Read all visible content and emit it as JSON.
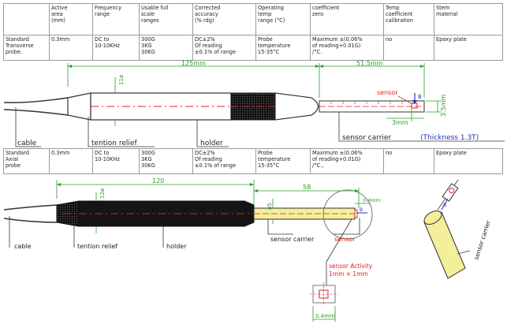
{
  "top_table": {
    "header": [
      [
        ""
      ],
      [
        "Active",
        "area",
        "(mm)"
      ],
      [
        "Frequency",
        "range"
      ],
      [
        "Usable full",
        "scale",
        "ranges"
      ],
      [
        "Corrected",
        "accuracy",
        "(% rdg)"
      ],
      [
        "Operating",
        "temp",
        "range (°C)"
      ],
      [
        "coefficient",
        "zero"
      ],
      [
        "Temp",
        "coefficient",
        "calibration"
      ],
      [
        "Stem",
        "material"
      ]
    ],
    "row": [
      [
        "Standard",
        "Transverse",
        "probe."
      ],
      [
        "0.3mm"
      ],
      [
        "DC to",
        "10-10KHz"
      ],
      [
        "300G",
        "3KG",
        "30KG"
      ],
      [
        "DC±2%",
        "Of reading",
        "±0.1% of range"
      ],
      [
        "Probe",
        "temperature",
        "15-35°C"
      ],
      [
        "Maximum ±(0.06%",
        "of reading+0.01G)",
        "/°C."
      ],
      [
        "no"
      ],
      [
        "Epoxy plate"
      ]
    ]
  },
  "mid_table": {
    "row": [
      [
        "Standard",
        "Axial",
        "probe"
      ],
      [
        "0.3mm"
      ],
      [
        "DC to",
        "10-10KHz"
      ],
      [
        "300G",
        "3KG",
        "30KG"
      ],
      [
        "DC±2%",
        "Of reading",
        "±0.1% of range"
      ],
      [
        "Probe",
        "temperature",
        "15-35°C"
      ],
      [
        "Maximum ±(0.06%",
        "of reading+0.01G)",
        "/°C.,"
      ],
      [
        "no"
      ],
      [
        "Epoxy plate"
      ]
    ]
  },
  "transverse": {
    "dim_total": "125mm",
    "dim_tip": "51.5mm",
    "dim_dia": "11ø",
    "dim_height": "3.5mm",
    "dim_offset": "3mm",
    "sensor_label": "sensor",
    "b_label": "B",
    "labels": {
      "cable": "cable",
      "relief": "tention relief",
      "holder": "holder",
      "carrier": "sensor carrier",
      "thickness": "(Thickness 1.3T)"
    }
  },
  "axial": {
    "dim_total": "120",
    "dim_tip": "58",
    "dim_dia": "12ø",
    "dim_small_dia": "ø5",
    "dim_tip_len": "0.4mm",
    "b_label": "B",
    "labels": {
      "cable": "cable",
      "relief": "tention relief",
      "holder": "holder",
      "carrier": "sensor carrier",
      "sensor": "sensor",
      "activity": "sensor Activity",
      "activity_size": "1mm × 1mm",
      "bottom_dim": "0.4mm",
      "iso_carrier": "sensor carrier"
    }
  },
  "colors": {
    "dim_green": "#2a9d2a",
    "label_red": "#e02020",
    "label_blue": "#2030c0",
    "leader_red": "#e02020",
    "carrier_yellow": "#f3ef9a"
  }
}
